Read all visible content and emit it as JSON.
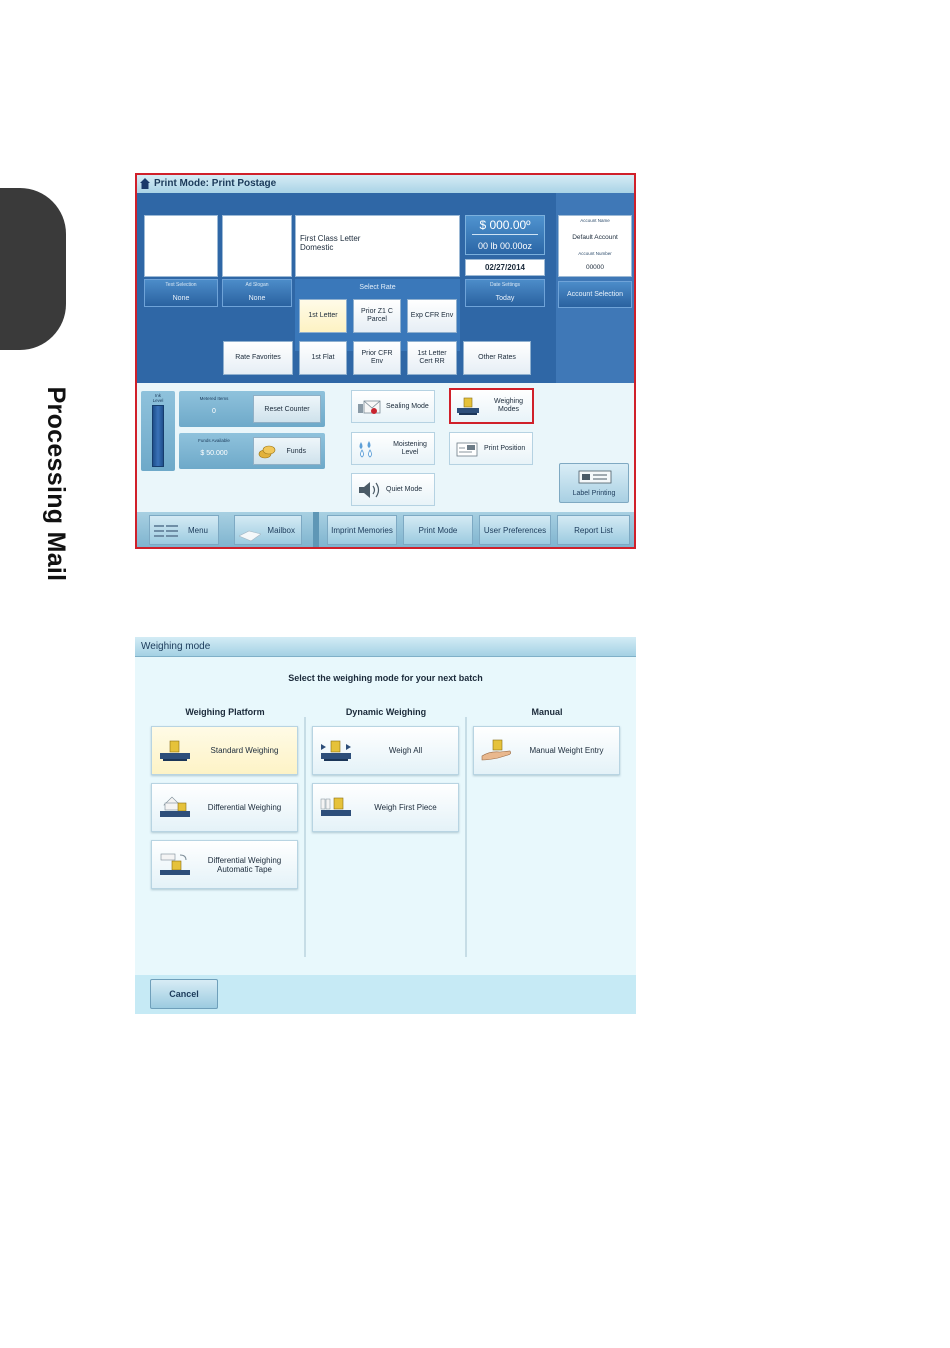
{
  "side_label": "Processing Mail",
  "screen1": {
    "title": "Print Mode: Print Postage",
    "rate_text": "First Class Letter\nDomestic",
    "amount": "$ 000.00º",
    "weight": "00 lb 00.00oz",
    "date": "02/27/2014",
    "text_selection": {
      "label": "Text Selection",
      "value": "None"
    },
    "ad_slogan": {
      "label": "Ad Slogan",
      "value": "None"
    },
    "select_rate_label": "Select Rate",
    "date_settings": {
      "label": "Date Settings",
      "value": "Today"
    },
    "account": {
      "name_label": "Account Name",
      "name": "Default Account",
      "number_label": "Account Number",
      "number": "00000",
      "button": "Account Selection"
    },
    "rates_row1": [
      "1st  Letter",
      "Prior Z1 C\nParcel",
      "Exp CFR Env"
    ],
    "rates_row2": [
      "1st Flat",
      "Prior CFR\nEnv",
      "1st Letter\nCert RR"
    ],
    "rate_favorites": "Rate Favorites",
    "other_rates": "Other Rates",
    "ink_level": "Ink\nLevel",
    "metered_items": {
      "label": "Metered Items",
      "value": "0",
      "button": "Reset Counter"
    },
    "funds": {
      "label": "Funds Available",
      "value": "$ 50.000",
      "button": "Funds"
    },
    "tiles": {
      "sealing": "Sealing Mode",
      "weighing": "Weighing\nModes",
      "moistening": "Moistening\nLevel",
      "print_position": "Print Position",
      "quiet": "Quiet Mode",
      "label_printing": "Label Printing"
    },
    "bottom": [
      "Menu",
      "Mailbox",
      "Imprint Memories",
      "Print Mode",
      "User Preferences",
      "Report List"
    ],
    "colors": {
      "highlight": "#d0202a",
      "panel": "#2f67a6"
    }
  },
  "screen2": {
    "title": "Weighing mode",
    "instruction": "Select the weighing mode for your next batch",
    "columns": {
      "platform": {
        "head": "Weighing Platform",
        "items": [
          "Standard Weighing",
          "Differential Weighing",
          "Differential Weighing\nAutomatic Tape"
        ]
      },
      "dynamic": {
        "head": "Dynamic Weighing",
        "items": [
          "Weigh All",
          "Weigh First Piece"
        ]
      },
      "manual": {
        "head": "Manual",
        "items": [
          "Manual Weight Entry"
        ]
      }
    },
    "cancel": "Cancel"
  }
}
